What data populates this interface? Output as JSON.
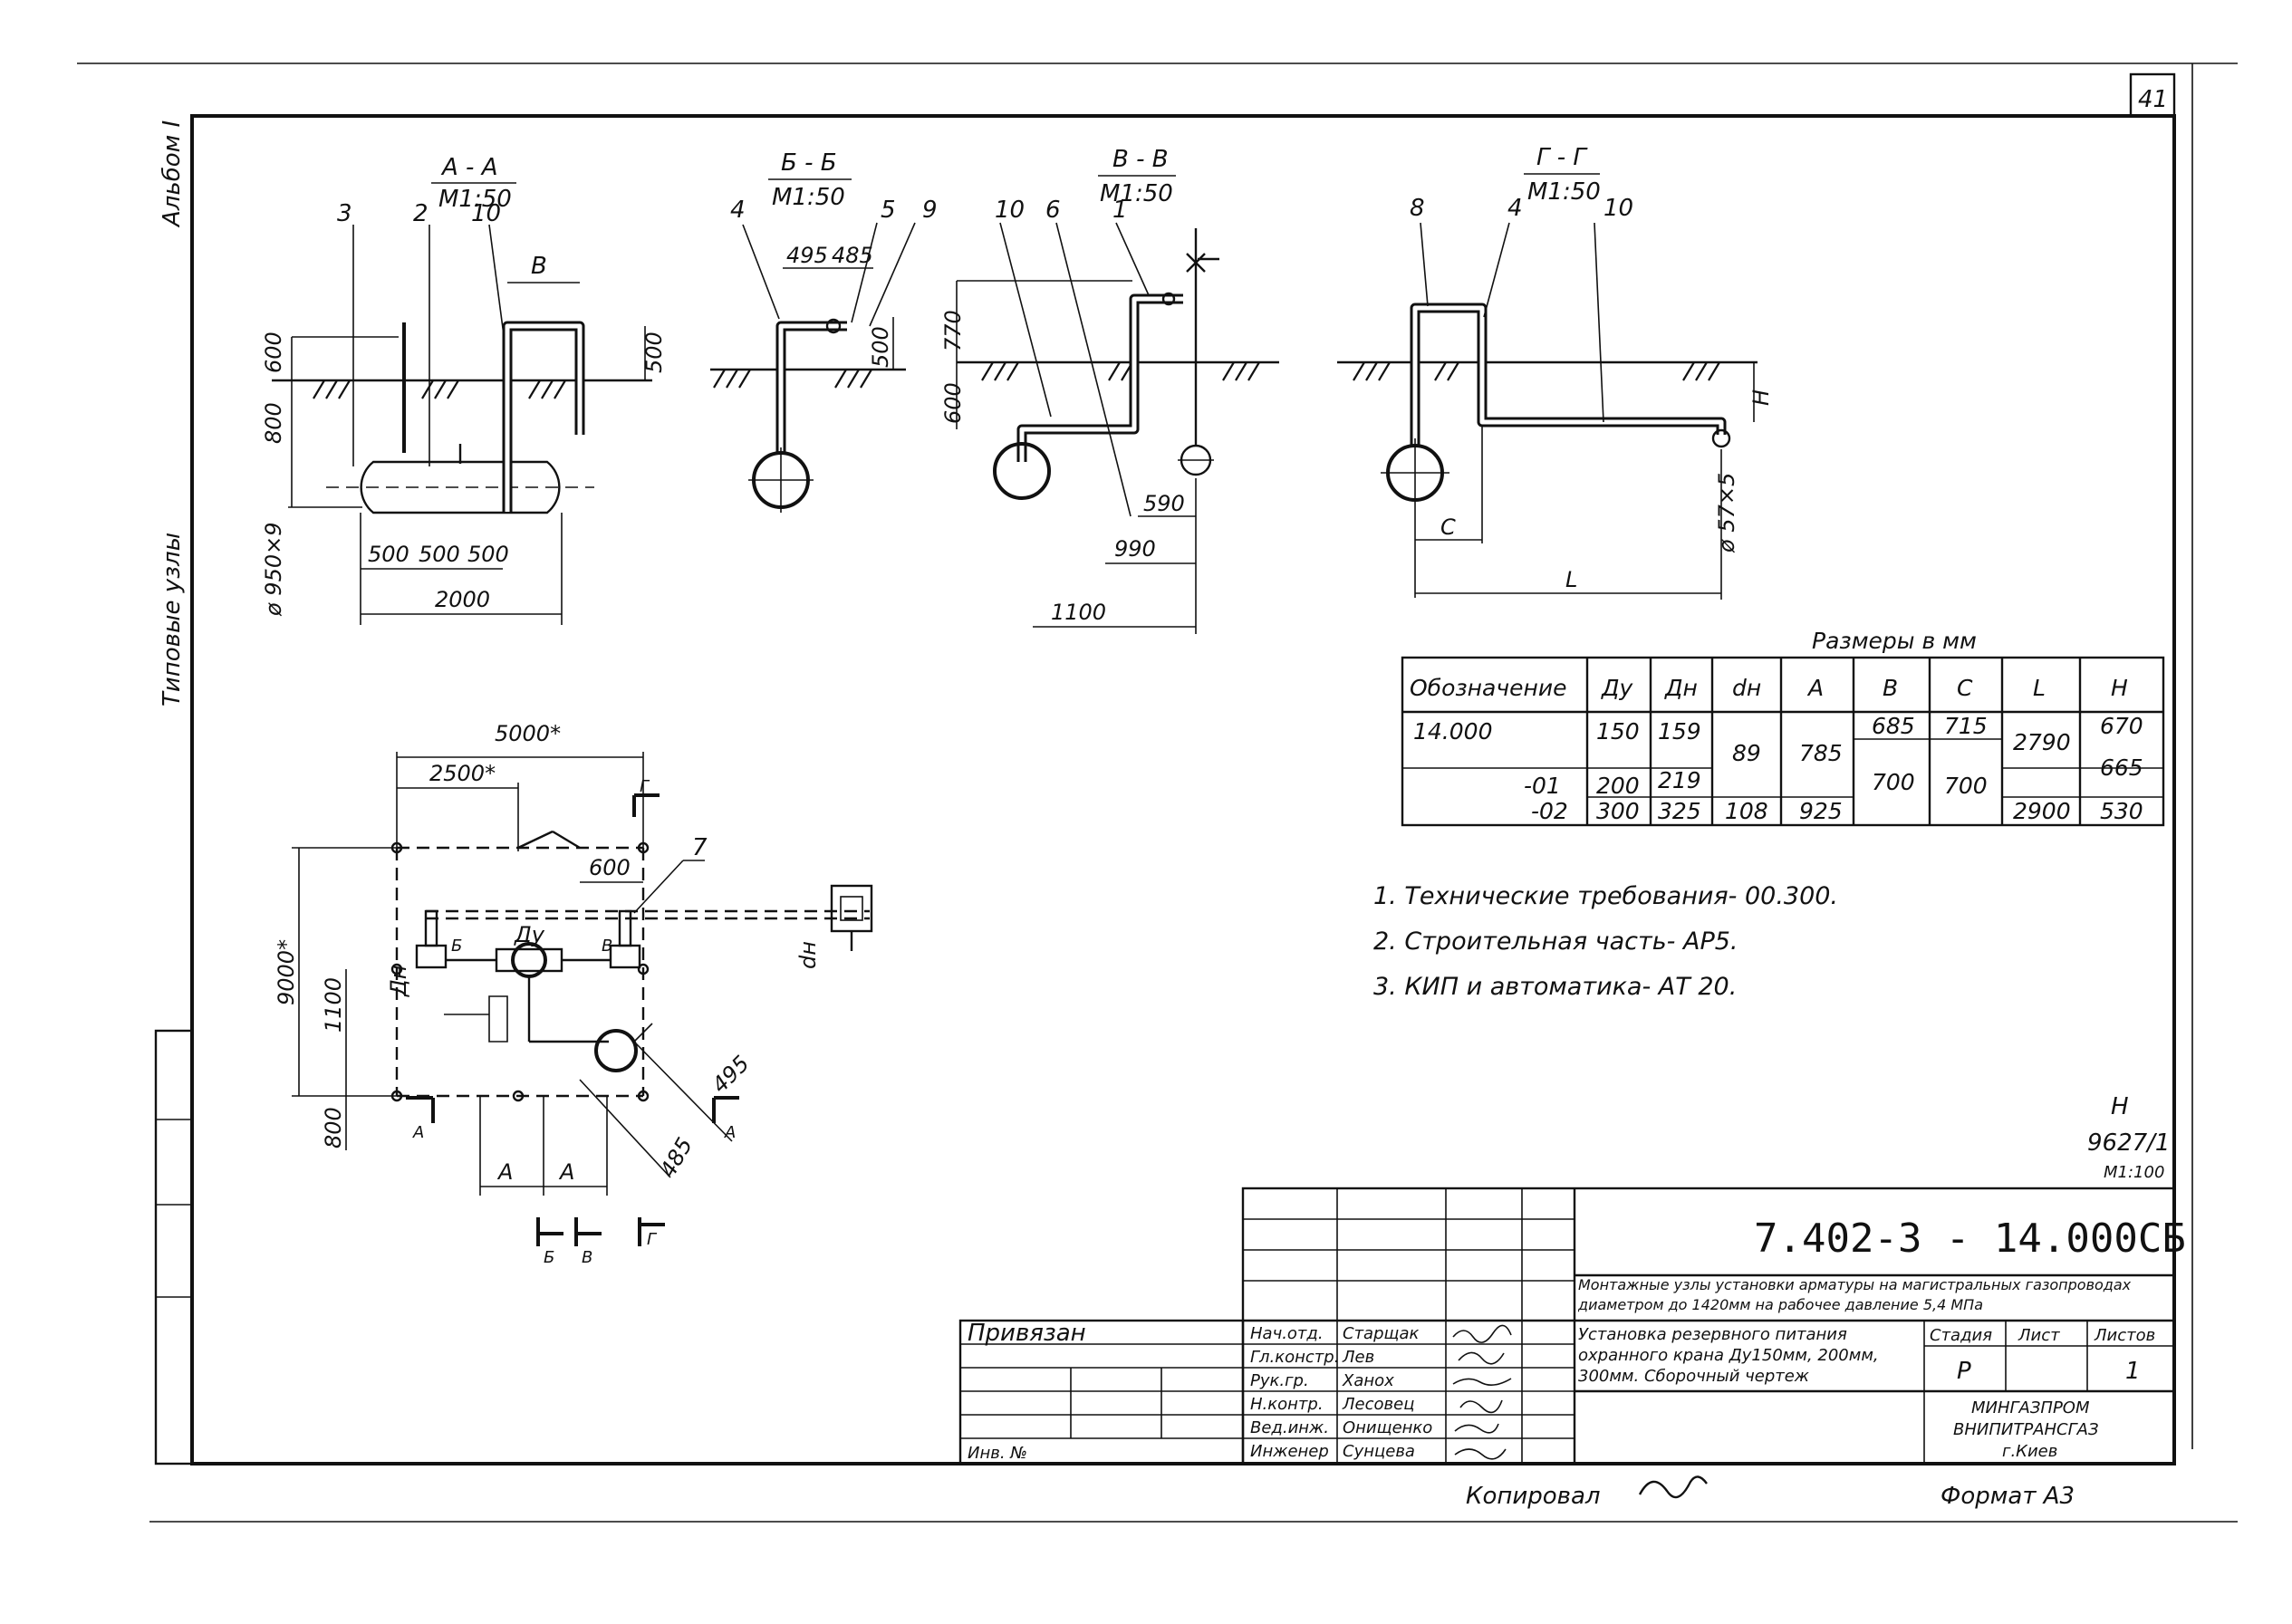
{
  "sheet_number": "41",
  "side_labels": {
    "album": "Альбом I",
    "series": "Типовые узлы"
  },
  "sections": [
    {
      "title": "А - А",
      "scale": "М1:50"
    },
    {
      "title": "Б - Б",
      "scale": "М1:50"
    },
    {
      "title": "В - В",
      "scale": "М1:50"
    },
    {
      "title": "Г - Г",
      "scale": "М1:50"
    }
  ],
  "section_aa": {
    "callouts": [
      "3",
      "2",
      "10",
      "В"
    ],
    "dims": [
      "600",
      "800",
      "ø 950×9",
      "500",
      "500",
      "500",
      "500",
      "2000"
    ]
  },
  "section_bb": {
    "callouts": [
      "4",
      "5",
      "9"
    ],
    "dims": [
      "495",
      "485",
      "500"
    ]
  },
  "section_vv": {
    "callouts": [
      "10",
      "6",
      "1"
    ],
    "dims": [
      "770",
      "600",
      "590",
      "990",
      "1100"
    ]
  },
  "section_gg": {
    "callouts": [
      "8",
      "4",
      "10"
    ],
    "dims": [
      "Н",
      "ø 57×5",
      "С",
      "L"
    ]
  },
  "plan": {
    "dims": [
      "5000*",
      "2500*",
      "600",
      "9000*",
      "1100",
      "800",
      "Дн",
      "Ду",
      "dн",
      "А",
      "А",
      "495",
      "485"
    ],
    "callout": "7",
    "section_marks": [
      "Г",
      "Б",
      "А",
      "А",
      "В",
      "Б",
      "В",
      "Г"
    ]
  },
  "table": {
    "caption": "Размеры в мм",
    "headers": [
      "Обозначение",
      "Ду",
      "Дн",
      "dн",
      "А",
      "В",
      "С",
      "L",
      "Н"
    ],
    "rows": [
      [
        "14.000",
        "150",
        "159",
        "89",
        "785",
        "685",
        "715",
        "2790",
        "670"
      ],
      [
        "-01",
        "200",
        "219",
        "",
        "",
        "700",
        "700",
        "",
        "665"
      ],
      [
        "-02",
        "300",
        "325",
        "108",
        "925",
        "",
        "",
        "2900",
        "530"
      ]
    ]
  },
  "notes": [
    "1. Технические требования- 00.300.",
    "2. Строительная часть- АР5.",
    "3. КИП и автоматика- АТ 20."
  ],
  "stamp_mark": {
    "sig": "Н",
    "code": "9627/1",
    "scale": "М1:100"
  },
  "title_block": {
    "doc_code": "7.402-3 - 14.000СБ",
    "project_title": "Монтажные узлы установки арматуры на магистральных газопроводах диаметром до 1420мм на рабочее давление 5,4 МПа",
    "sheet_title": "Установка резервного питания охранного крана Ду150мм, 200мм, 300мм. Сборочный чертеж",
    "stage_label": "Стадия",
    "sheet_label": "Лист",
    "sheets_label": "Листов",
    "stage": "Р",
    "sheets": "1",
    "org": [
      "МИНГАЗПРОМ",
      "ВНИПИТРАНСГАЗ",
      "г.Киев"
    ],
    "tied": "Привязан",
    "inv": "Инв. №",
    "people": [
      {
        "role": "Нач.отд.",
        "name": "Старщак"
      },
      {
        "role": "Гл.констр.",
        "name": "Лев"
      },
      {
        "role": "Рук.гр.",
        "name": "Ханох"
      },
      {
        "role": "Н.контр.",
        "name": "Лесовец"
      },
      {
        "role": "Вед.инж.",
        "name": "Онищенко"
      },
      {
        "role": "Инженер",
        "name": "Сунцева"
      }
    ]
  },
  "footer": {
    "copied": "Копировал",
    "format": "Формат А3"
  }
}
